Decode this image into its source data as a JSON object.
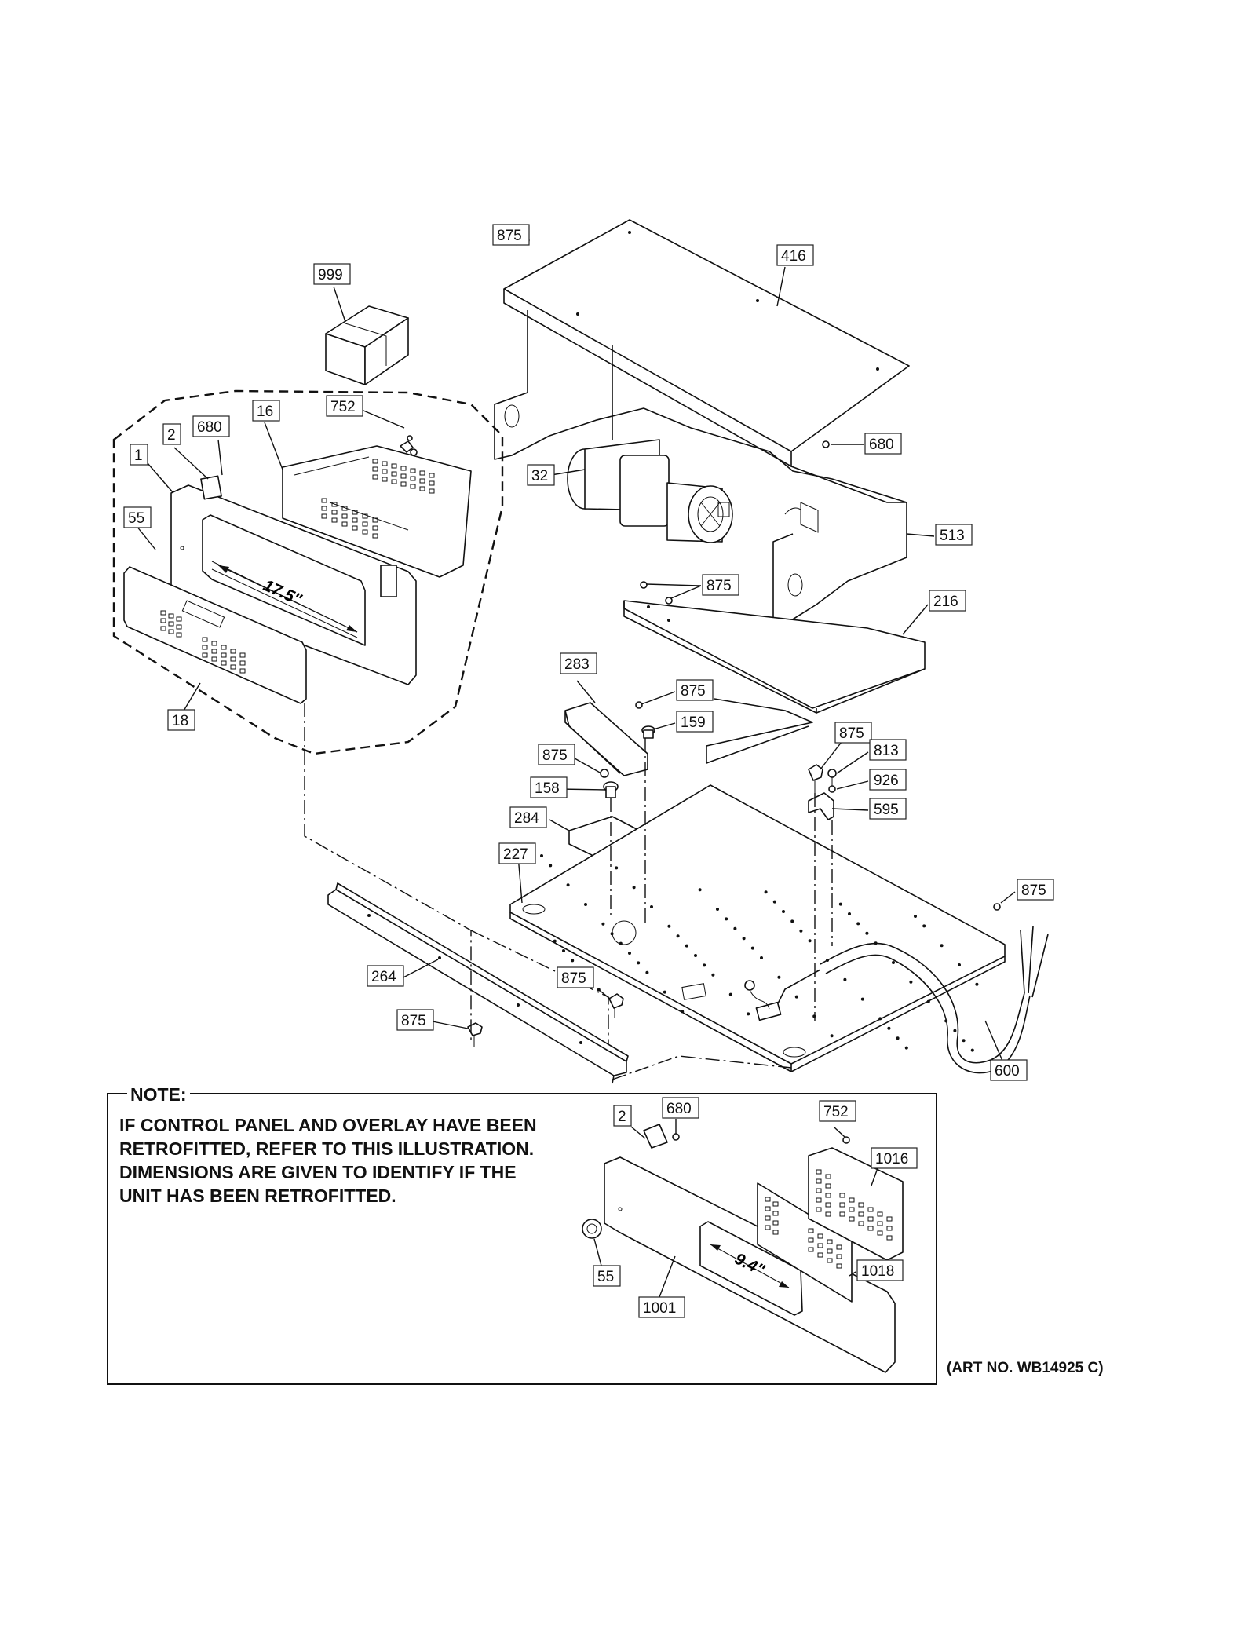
{
  "labels": {
    "p875_a": "875",
    "p416": "416",
    "p999": "999",
    "p752": "752",
    "p16": "16",
    "p680_a": "680",
    "p2": "2",
    "p1": "1",
    "p55": "55",
    "p18": "18",
    "p32": "32",
    "p680_b": "680",
    "p513": "513",
    "p875_b": "875",
    "p216": "216",
    "p283": "283",
    "p875_c": "875",
    "p159": "159",
    "p875_d": "875",
    "p158": "158",
    "p284": "284",
    "p227": "227",
    "p875_e": "875",
    "p813": "813",
    "p926": "926",
    "p595": "595",
    "p875_f": "875",
    "p264": "264",
    "p875_g": "875",
    "p875_h": "875",
    "p600": "600",
    "n2": "2",
    "n680": "680",
    "n752": "752",
    "n1016": "1016",
    "n1018": "1018",
    "n55": "55",
    "n1001": "1001"
  },
  "dimensions": {
    "main": "17.5\"",
    "inset": "9.4\""
  },
  "note": {
    "title": "NOTE:",
    "line1": "IF CONTROL PANEL AND OVERLAY HAVE BEEN",
    "line2": "RETROFITTED, REFER TO THIS ILLUSTRATION.",
    "line3": "DIMENSIONS ARE GIVEN TO IDENTIFY IF THE",
    "line4": "UNIT HAS BEEN RETROFITTED."
  },
  "art_number": "(ART NO. WB14925 C)"
}
